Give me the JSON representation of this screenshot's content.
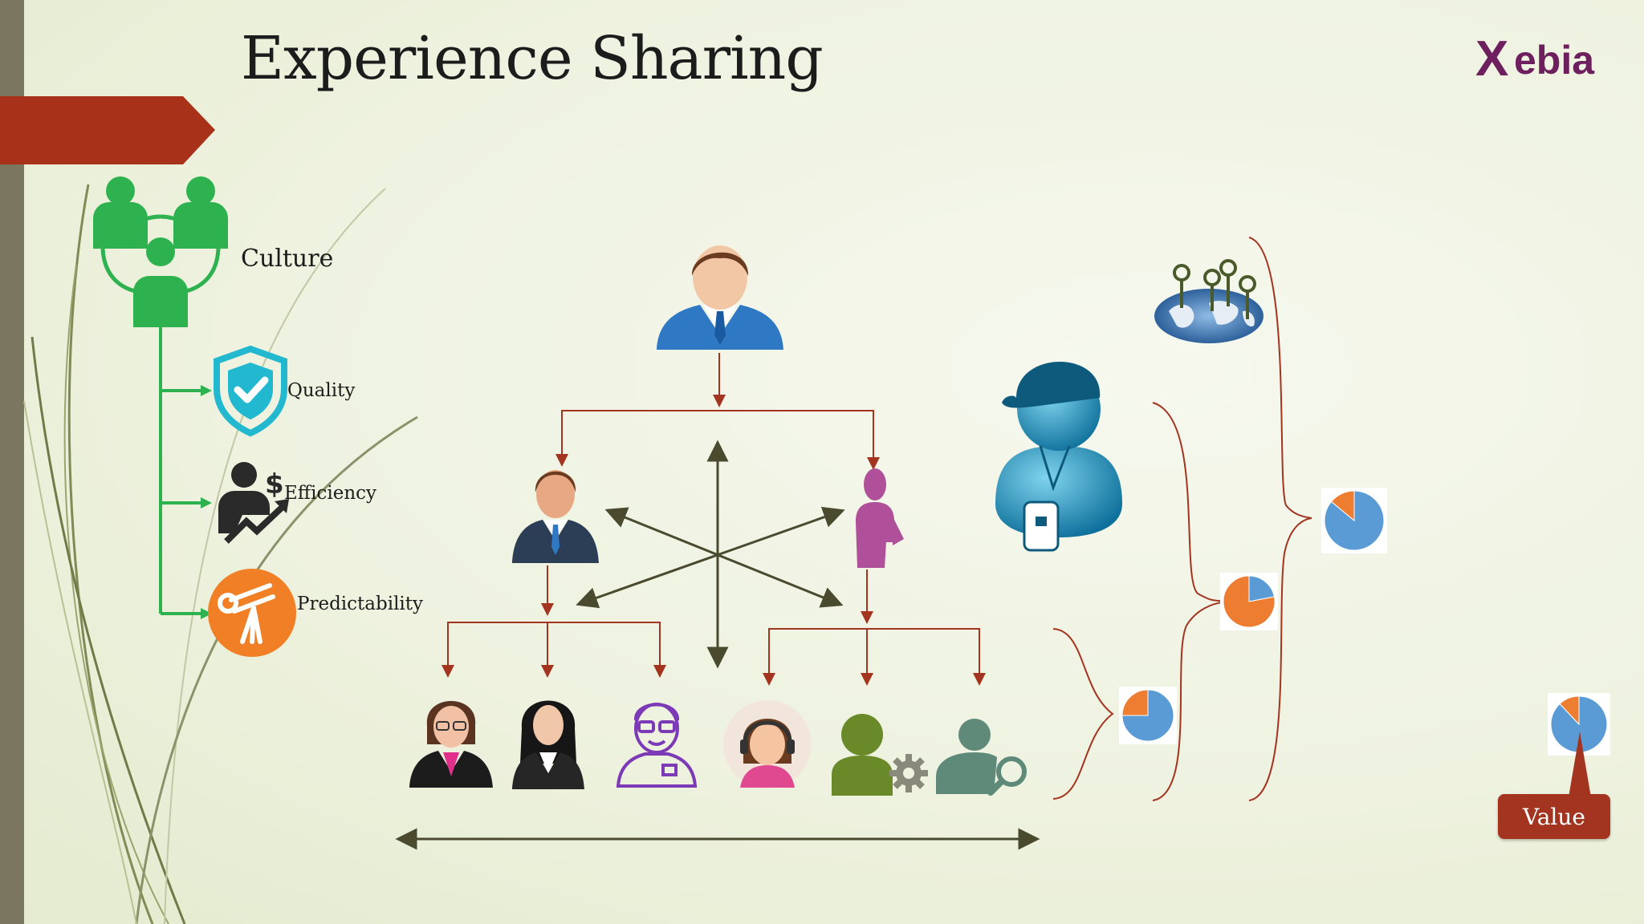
{
  "slide": {
    "title": "Experience Sharing",
    "logo_text": "Xebia",
    "culture_label": "Culture",
    "pillars": [
      {
        "label": "Quality",
        "icon": "shield-check-icon"
      },
      {
        "label": "Efficiency",
        "icon": "businessman-growth-icon"
      },
      {
        "label": "Predictability",
        "icon": "telescope-icon"
      }
    ],
    "value_label": "Value",
    "icons": {
      "culture": "team-network-icon",
      "manager": "manager-icon",
      "lead_male": "male-lead-icon",
      "lead_female": "female-lead-icon",
      "members": [
        "woman-glasses-icon",
        "businesswoman-icon",
        "developer-icon",
        "support-agent-icon",
        "user-settings-icon",
        "user-search-icon"
      ],
      "coach": "coach-whistle-icon",
      "world": "world-map-pins-icon"
    },
    "colors": {
      "accent_red": "#a23420",
      "culture_green": "#2eb24f",
      "logo_purple": "#6d1f5e",
      "pie_blue": "#5b9bd5",
      "pie_orange": "#ed7d31"
    }
  },
  "chart_data": [
    {
      "type": "pie",
      "name": "team-level",
      "values": [
        75,
        25
      ]
    },
    {
      "type": "pie",
      "name": "unit-level",
      "values": [
        22,
        78
      ]
    },
    {
      "type": "pie",
      "name": "org-level",
      "values": [
        86,
        14
      ]
    },
    {
      "type": "pie",
      "name": "value",
      "values": [
        88,
        12
      ]
    }
  ]
}
